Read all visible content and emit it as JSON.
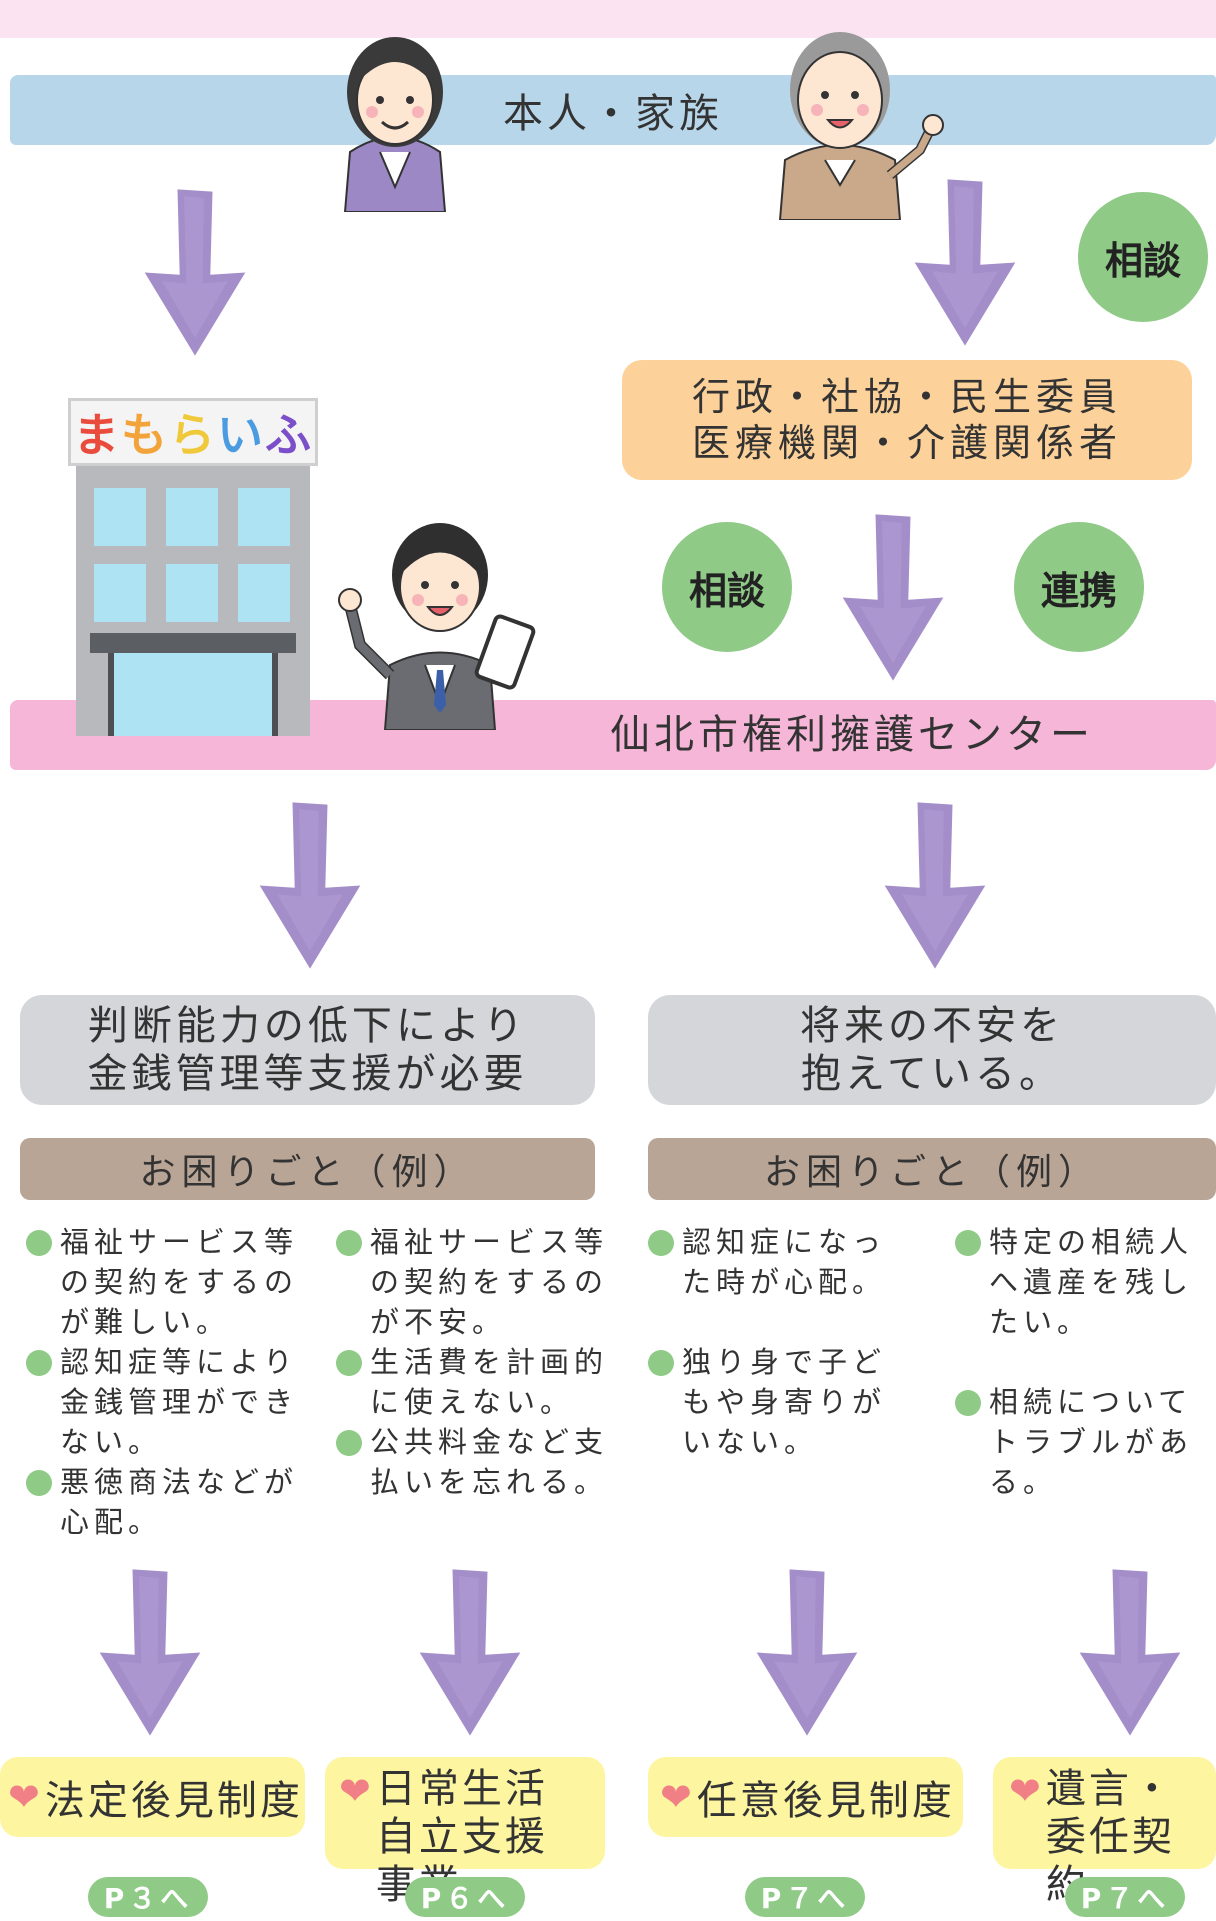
{
  "header": {
    "family_label": "本人・家族"
  },
  "consult_label_top": "相談",
  "agencies": {
    "line1": "行政・社協・民生委員",
    "line2": "医療機関・介護関係者"
  },
  "consult_label_mid": "相談",
  "cooperation_label": "連携",
  "building_sign": {
    "chars": [
      "ま",
      "も",
      "ら",
      "い",
      "ふ"
    ],
    "colors": [
      "#e94b3c",
      "#f2a33a",
      "#f0c93a",
      "#4a9be0",
      "#7b4fc9"
    ]
  },
  "center_label": "仙北市権利擁護センター",
  "left_branch": {
    "title_line1": "判断能力の低下により",
    "title_line2": "金銭管理等支援が必要",
    "trouble_label": "お困りごと（例）",
    "col1": [
      "福祉サービス等の契約をするのが難しい。",
      "認知症等により金銭管理ができない。",
      "悪徳商法などが心配。"
    ],
    "col2": [
      "福祉サービス等の契約をするのが不安。",
      "生活費を計画的に使えない。",
      "公共料金など支払いを忘れる。"
    ]
  },
  "right_branch": {
    "title_line1": "将来の不安を",
    "title_line2": "抱えている。",
    "trouble_label": "お困りごと（例）",
    "col1": [
      "認知症になった時が心配。",
      "独り身で子どもや身寄りがいない。"
    ],
    "col2": [
      "特定の相続人へ遺産を残したい。",
      "相続についてトラブルがある。"
    ]
  },
  "outcomes": [
    {
      "label": "法定後見制度",
      "page": "P３へ"
    },
    {
      "label": "日常生活自立支援事業",
      "page": "P６へ"
    },
    {
      "label": "任意後見制度",
      "page": "P７へ"
    },
    {
      "label": "遺言・委任契約",
      "page": "P７へ"
    }
  ],
  "colors": {
    "family_band": "#b8d6ea",
    "center_band": "#f5b6d8",
    "consult_circle": "#8fca87",
    "agency_box": "#fcd29a",
    "branch_box": "#d4d6da",
    "trouble_bar": "#b9a596",
    "outcome_box": "#fdf5a0",
    "page_pill": "#8fca87",
    "arrow": "#9c84c4",
    "heart": "#f07f86"
  }
}
